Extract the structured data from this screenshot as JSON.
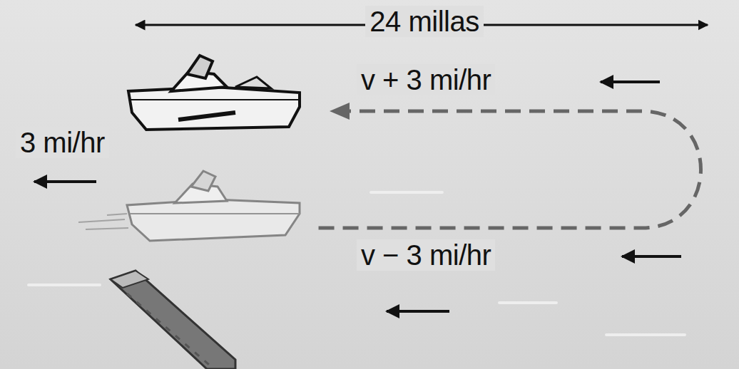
{
  "diagram": {
    "labels": [
      "24 millas",
      "v + 3 mi/hr",
      "3 mi/hr",
      "v − 3 mi/hr"
    ]
  }
}
